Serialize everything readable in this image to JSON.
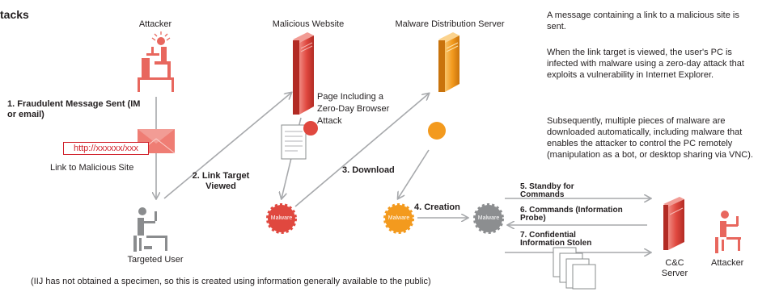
{
  "title": "tacks",
  "labels": {
    "attacker_left": "Attacker",
    "malicious_website": "Malicious Website",
    "malware_server": "Malware Distribution Server",
    "targeted_user": "Targeted User",
    "cc_server": "C&C Server",
    "attacker_right": "Attacker",
    "link_to_site": "Link to Malicious Site",
    "url": "http://xxxxxx/xxx",
    "page_including": "Page Including a Zero-Day Browser Attack",
    "malware_word": "Malware"
  },
  "steps": {
    "s1": "1. Fraudulent Message Sent (IM or email)",
    "s2": "2. Link Target Viewed",
    "s3": "3. Download",
    "s4": "4. Creation",
    "s5": "5. Standby for Commands",
    "s6": "6. Commands (Information Probe)",
    "s7": "7. Confidential Information Stolen"
  },
  "description": {
    "p1": "A message containing a link to a malicious site is sent.",
    "p2": "When the link target is viewed, the user's PC is infected with malware using a zero-day attack that exploits a vulnerability in Internet Explorer.",
    "p3": "Subsequently, multiple pieces of malware are downloaded automatically, including malware that enables the attacker to control the PC remotely (manipulation as a bot, or desktop sharing via VNC)."
  },
  "footnote": "(IIJ has not obtained a specimen, so this is created using information generally available to the public)",
  "colors": {
    "red_server": "#e0483f",
    "orange_server": "#f39a1e",
    "attacker_red": "#e8675e",
    "user_gray": "#8a8c8e",
    "malware_red": "#e0483f",
    "malware_orange": "#f39a1e",
    "malware_gray": "#8c8e90",
    "arrow_gray": "#a7a9ac",
    "link_red": "#d0202a"
  }
}
